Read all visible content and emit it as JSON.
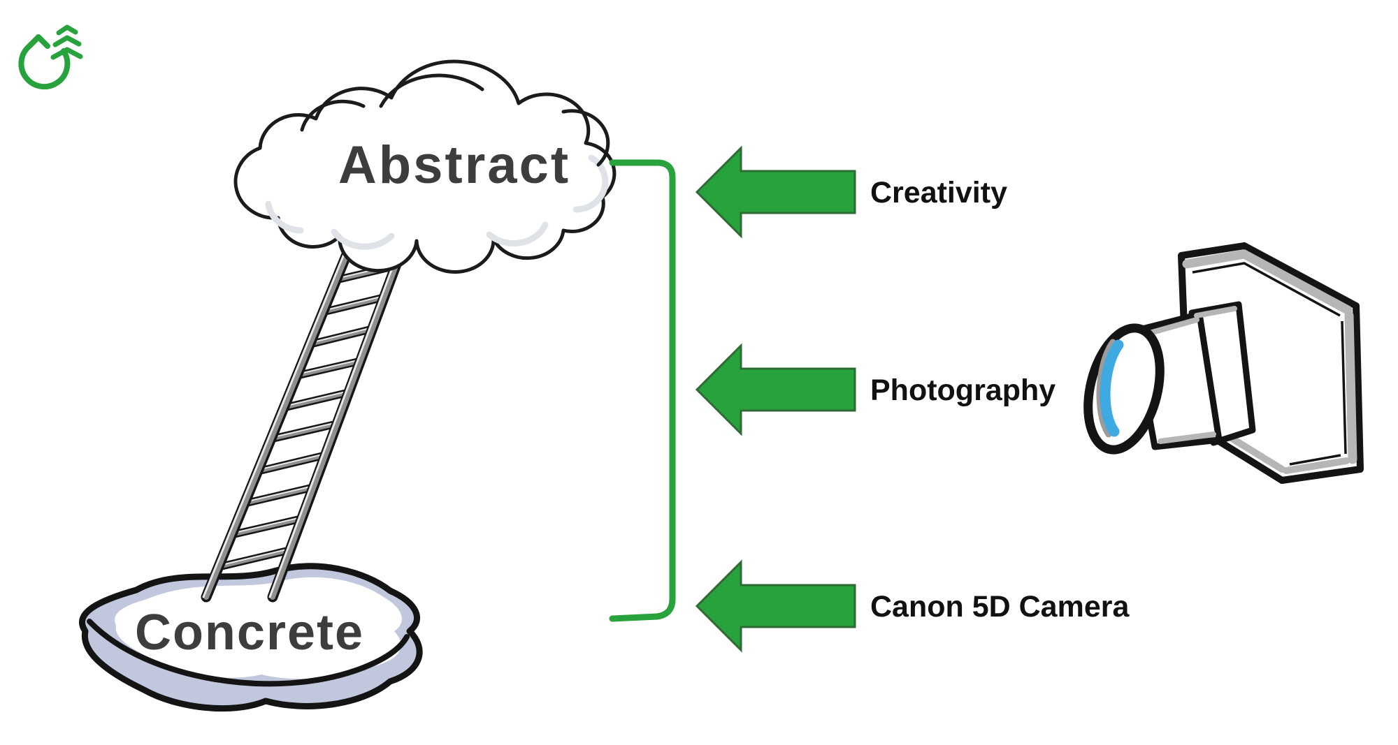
{
  "logo": {
    "icon": "drop-with-chevrons-icon",
    "color": "#27a23c"
  },
  "ladder_diagram": {
    "top_label": "Abstract",
    "bottom_label": "Concrete",
    "levels": [
      {
        "label": "Creativity"
      },
      {
        "label": "Photography"
      },
      {
        "label": "Canon 5D Camera"
      }
    ],
    "right_illustration": "camera-icon",
    "colors": {
      "arrow_green": "#27a23c",
      "bracket_green": "#27a23c",
      "arrow_border": "#2d6a34",
      "label_text": "#111111",
      "node_label_text": "#3d3d3d",
      "rock_fill": "#c1c7dc",
      "lens_blue": "#3fa9e1",
      "outline_black": "#141414"
    }
  }
}
